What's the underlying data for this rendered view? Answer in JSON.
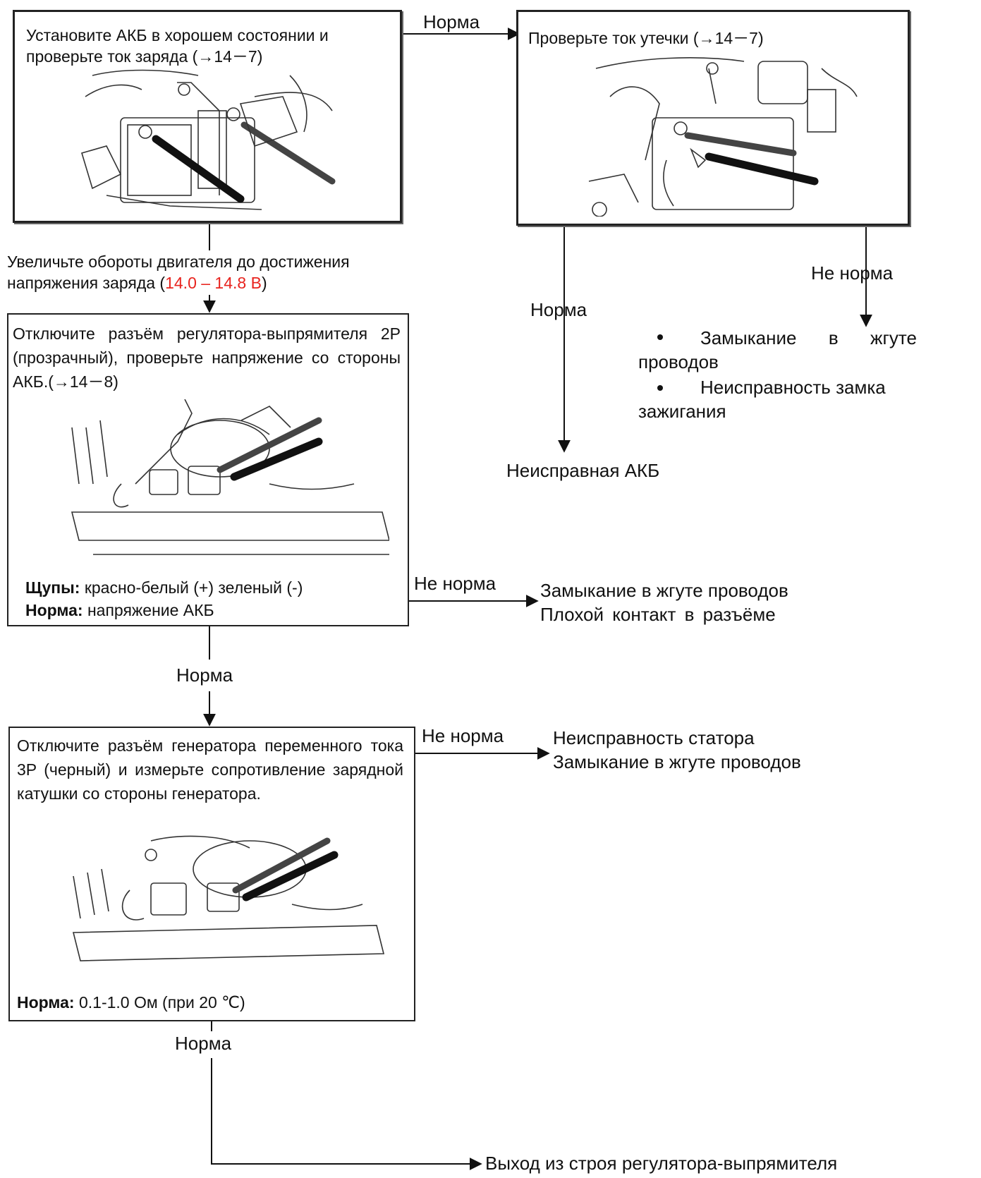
{
  "steps": {
    "step1": {
      "text": "Установите АКБ в хорошем состоянии и проверьте ток заряда (→14－7)"
    },
    "step2": {
      "text": "Проверьте ток утечки (→14－7)"
    },
    "instruction": {
      "text_prefix": "Увеличьте обороты двигателя до достижения напряжения заряда (",
      "value": "14.0 – 14.8 В",
      "text_suffix": ")"
    },
    "step3": {
      "text": "Отключите разъём регулятора-выпрямителя 2P (прозрачный), проверьте напряжение со стороны АКБ.(→14－8)",
      "probes_label": "Щупы:",
      "probes_value": " красно-белый (+) зеленый (-)",
      "norm_label": "Норма:",
      "norm_value": " напряжение АКБ"
    },
    "step4": {
      "text": "Отключите разъём генератора переменного тока 3P (черный) и измерьте сопротивление зарядной катушки со стороны генератора.",
      "norm_label": "Норма:",
      "norm_value": " 0.1-1.0 Ом (при 20 ℃)"
    }
  },
  "labels": {
    "norm_top": "Норма",
    "norm_right": "Норма",
    "not_norm_right": "Не норма",
    "not_norm_step3": "Не норма",
    "norm_after_step3": "Норма",
    "not_norm_step4": "Не норма",
    "norm_after_step4": "Норма"
  },
  "results": {
    "short_or_switch": [
      "Замыкание в жгуте проводов",
      "Неисправность замка зажигания"
    ],
    "bad_battery": "Неисправная АКБ",
    "step3_fail": [
      "Замыкание в жгуте проводов",
      "Плохой контакт в разъёме"
    ],
    "step4_fail": [
      "Неисправность статора",
      "Замыкание в жгуте проводов"
    ],
    "final": "Выход из строя регулятора-выпрямителя"
  },
  "colors": {
    "highlight": "#e8231e",
    "line": "#111111"
  }
}
